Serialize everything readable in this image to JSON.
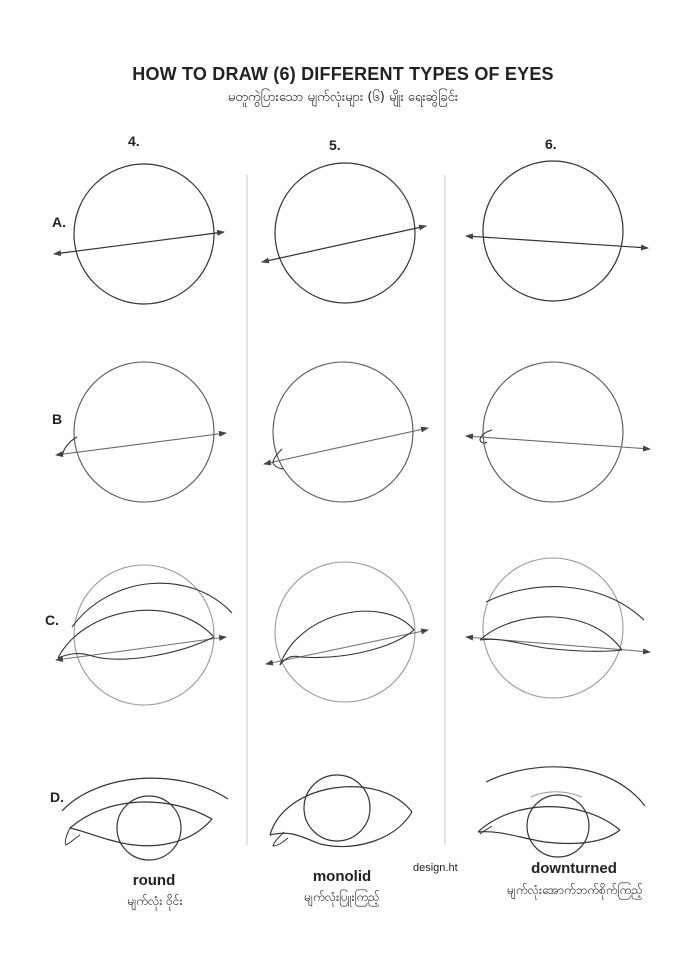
{
  "header": {
    "title": "HOW TO DRAW (6) DIFFERENT TYPES OF EYES",
    "subtitle": "မတူကွဲပြားသော မျက်လုံးများ (၆) မျိုး ရေးဆွဲခြင်း"
  },
  "columns": [
    {
      "number": "4.",
      "caption": "round",
      "caption_sub": "မျက်လုံး ဝိုင်း"
    },
    {
      "number": "5.",
      "caption": "monolid",
      "caption_sub": "မျက်လုံးပြူးကြည့်"
    },
    {
      "number": "6.",
      "caption": "downturned",
      "caption_sub": "မျက်လုံးအောက်ဘက်စိုက်ကြည့်"
    }
  ],
  "rows": {
    "a": "A.",
    "b": "B",
    "c": "C.",
    "d": "D."
  },
  "credit": "design.ht",
  "colors": {
    "stroke": "#333333",
    "guide": "#999999",
    "arrow": "#555555"
  }
}
